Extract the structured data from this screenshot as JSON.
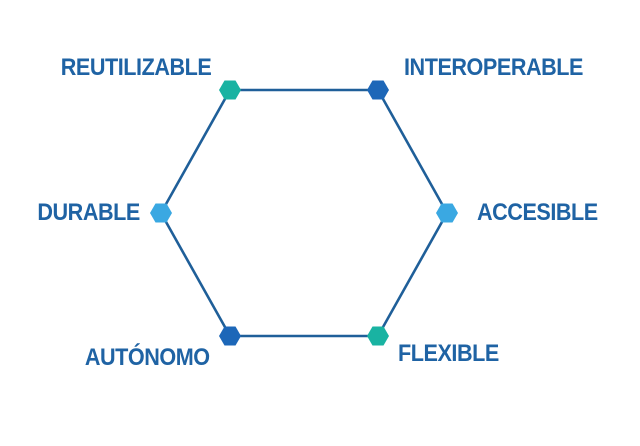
{
  "colors": {
    "line": "#1f5f99",
    "text": "#1f63a4",
    "node_teal": "#19b3a2",
    "node_dark_blue": "#1d67b8",
    "node_light_blue": "#3aa8e2"
  },
  "nodes": [
    {
      "label": "REUTILIZABLE",
      "color": "node_teal",
      "icon": "hexagon-node-icon"
    },
    {
      "label": "INTEROPERABLE",
      "color": "node_dark_blue",
      "icon": "hexagon-node-icon"
    },
    {
      "label": "ACCESIBLE",
      "color": "node_light_blue",
      "icon": "hexagon-node-icon"
    },
    {
      "label": "FLEXIBLE",
      "color": "node_teal",
      "icon": "hexagon-node-icon"
    },
    {
      "label": "AUTÓNOMO",
      "color": "node_dark_blue",
      "icon": "hexagon-node-icon"
    },
    {
      "label": "DURABLE",
      "color": "node_light_blue",
      "icon": "hexagon-node-icon"
    }
  ]
}
